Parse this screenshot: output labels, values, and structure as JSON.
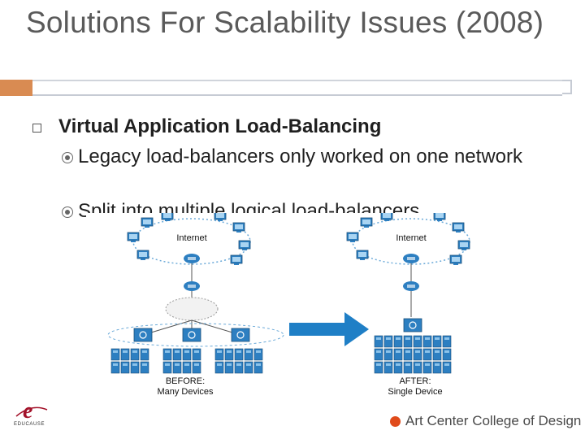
{
  "slide": {
    "title": "Solutions For Scalability Issues (2008)",
    "bullet_main": "Virtual Application Load-Balancing",
    "sub_bullets": [
      "Legacy load-balancers only worked on one network",
      "Split into multiple logical load-balancers"
    ]
  },
  "diagram": {
    "left_cloud_label": "Internet",
    "right_cloud_label": "Internet",
    "before_caption_1": "BEFORE:",
    "before_caption_2": "Many Devices",
    "after_caption_1": "AFTER:",
    "after_caption_2": "Single Device",
    "arrow_color": "#1f7fc6"
  },
  "logo": {
    "text": "EDUCAUSE"
  },
  "footer": {
    "institution": "Art Center College of Design",
    "dot_color": "#e04b1b"
  },
  "colors": {
    "accent_orange": "#d98b52",
    "title_gray": "#5a5a5a"
  }
}
